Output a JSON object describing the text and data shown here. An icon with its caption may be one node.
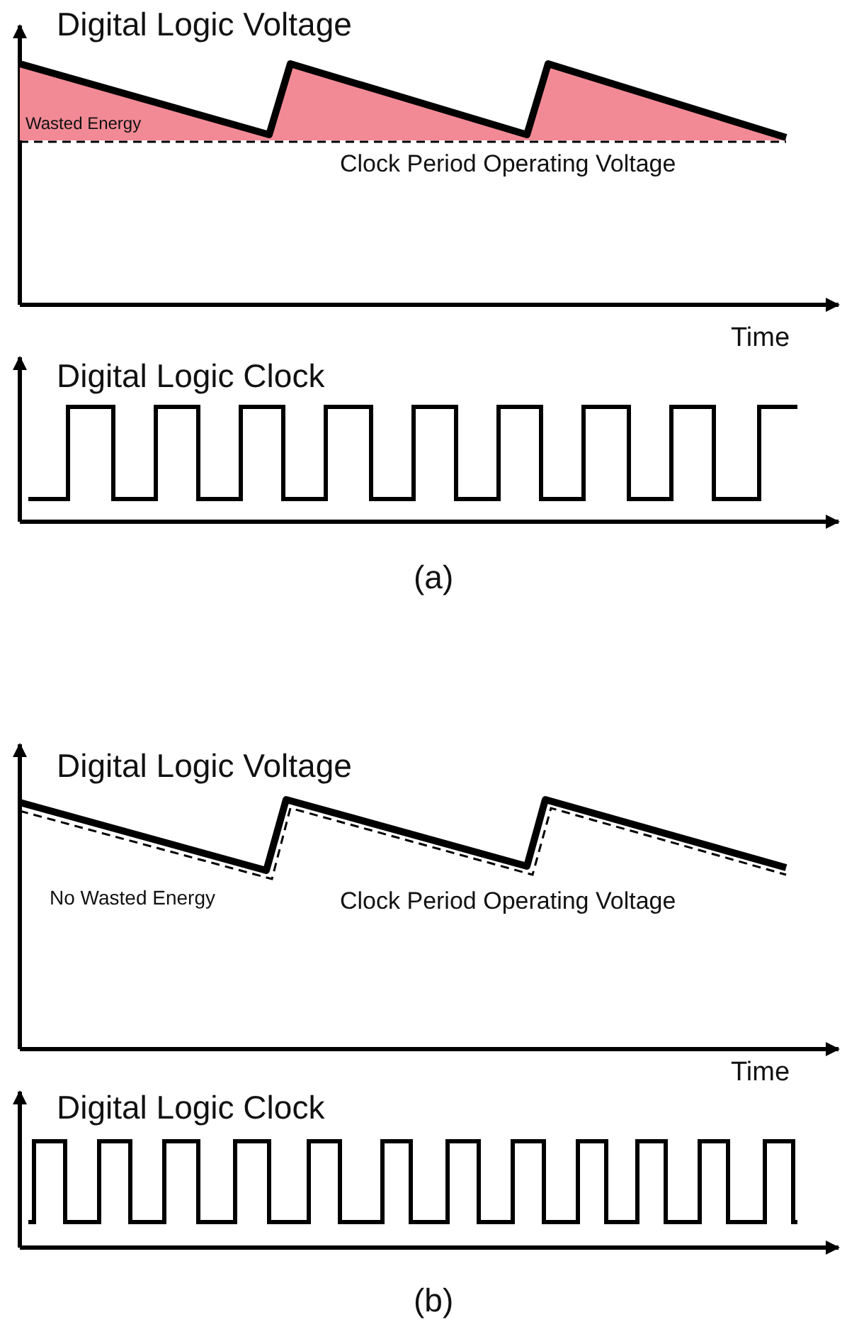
{
  "diagram": {
    "labels": [
      "Digital Logic Voltage",
      "Wasted Energy",
      "Clock Period Operating Voltage",
      "Time",
      "Digital Logic Clock",
      "(a)",
      "Digital Logic Voltage",
      "No Wasted Energy",
      "Clock Period Operating Voltage",
      "Time",
      "Digital Logic Clock",
      "(b)"
    ]
  }
}
